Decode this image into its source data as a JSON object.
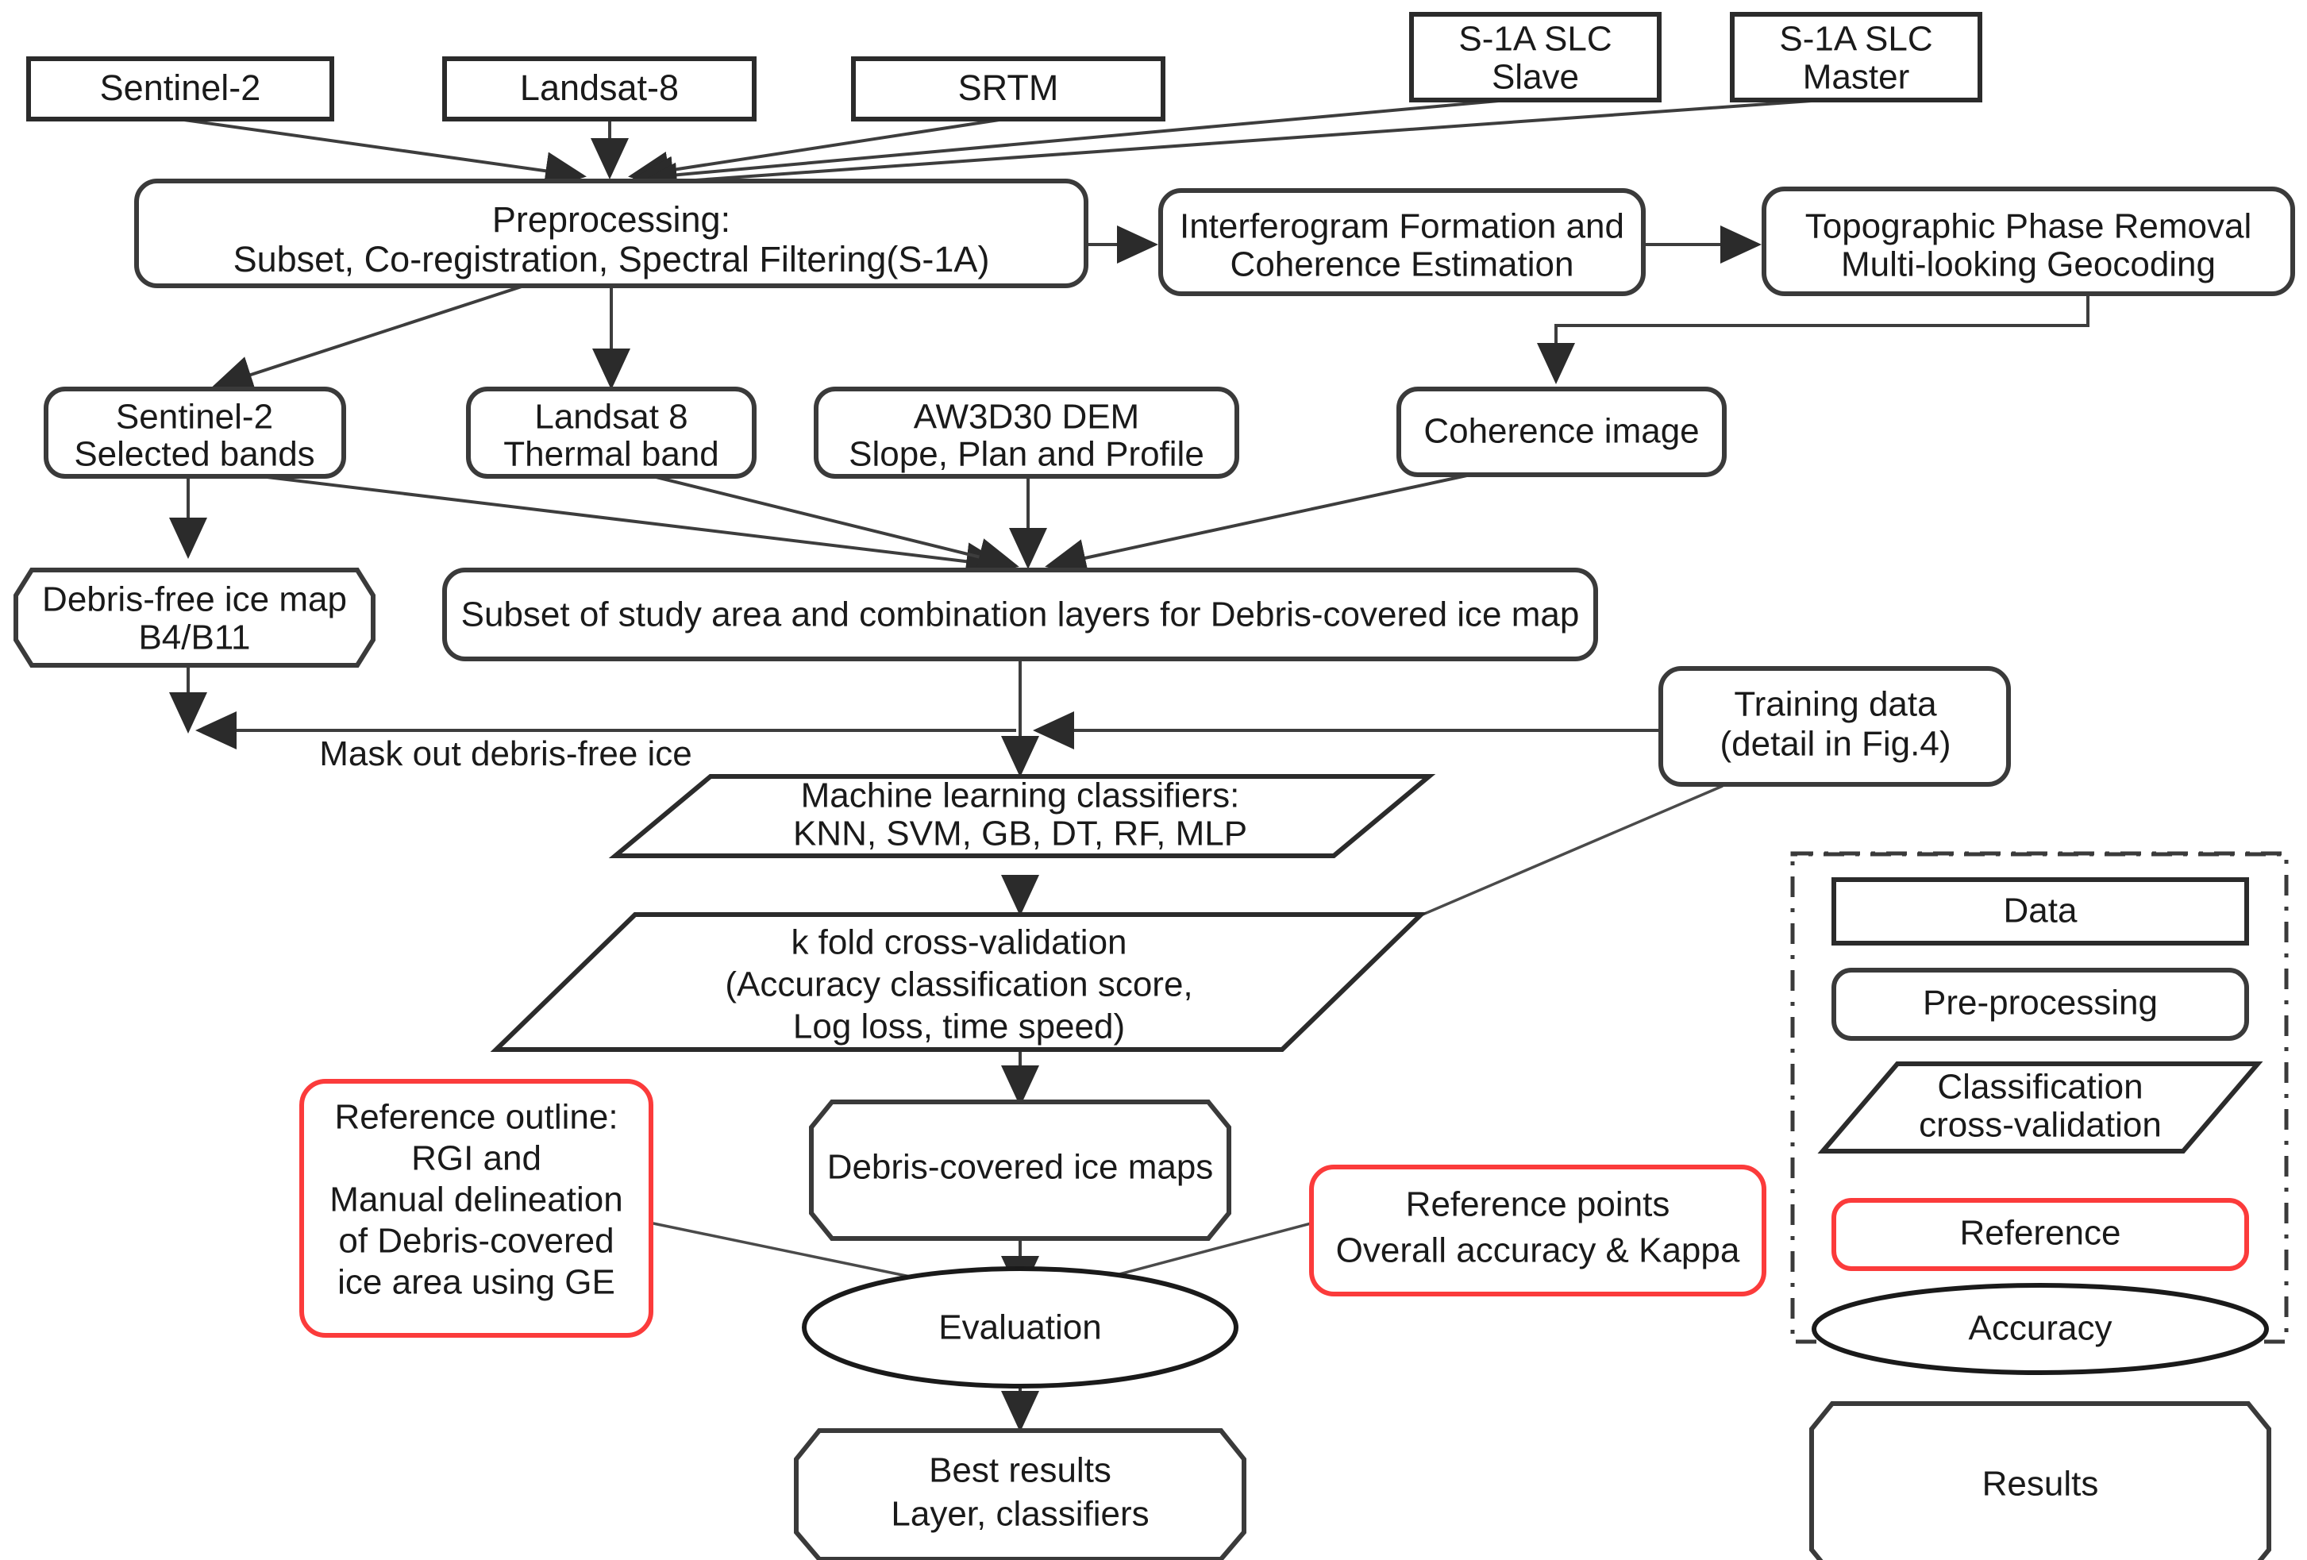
{
  "diagram": {
    "title": "Debris-covered ice mapping workflow",
    "colors": {
      "reference": "#fb3b3b",
      "stroke": "#2b2b2b",
      "background": "#ffffff"
    },
    "nodes": {
      "sentinel2": {
        "label": "Sentinel-2",
        "kind": "data"
      },
      "landsat8": {
        "label": "Landsat-8",
        "kind": "data"
      },
      "srtm": {
        "label": "SRTM",
        "kind": "data"
      },
      "s1a_slave_l1": {
        "label": "S-1A SLC",
        "kind": "data"
      },
      "s1a_slave_l2": {
        "label": "Slave",
        "kind": "data"
      },
      "s1a_master_l1": {
        "label": "S-1A SLC",
        "kind": "data"
      },
      "s1a_master_l2": {
        "label": "Master",
        "kind": "data"
      },
      "preprocessing_l1": {
        "label": "Preprocessing:",
        "kind": "pre-processing"
      },
      "preprocessing_l2": {
        "label": "Subset, Co-registration, Spectral Filtering(S-1A)",
        "kind": "pre-processing"
      },
      "interferogram_l1": {
        "label": "Interferogram Formation and",
        "kind": "pre-processing"
      },
      "interferogram_l2": {
        "label": "Coherence Estimation",
        "kind": "pre-processing"
      },
      "topographic_l1": {
        "label": "Topographic Phase Removal",
        "kind": "pre-processing"
      },
      "topographic_l2": {
        "label": "Multi-looking Geocoding",
        "kind": "pre-processing"
      },
      "sentinel2_bands_l1": {
        "label": "Sentinel-2",
        "kind": "pre-processing"
      },
      "sentinel2_bands_l2": {
        "label": "Selected bands",
        "kind": "pre-processing"
      },
      "landsat8_thermal_l1": {
        "label": "Landsat 8",
        "kind": "pre-processing"
      },
      "landsat8_thermal_l2": {
        "label": "Thermal band",
        "kind": "pre-processing"
      },
      "aw3d30_l1": {
        "label": "AW3D30 DEM",
        "kind": "pre-processing"
      },
      "aw3d30_l2": {
        "label": "Slope, Plan and Profile",
        "kind": "pre-processing"
      },
      "coherence_image": {
        "label": "Coherence image",
        "kind": "pre-processing"
      },
      "debris_free_l1": {
        "label": "Debris-free ice map",
        "kind": "results"
      },
      "debris_free_l2": {
        "label": "B4/B11",
        "kind": "results"
      },
      "subset_combination": {
        "label": "Subset of study area and combination layers for Debris-covered ice map",
        "kind": "pre-processing"
      },
      "mask_out_label": {
        "label": "Mask out debris-free ice",
        "kind": "edge-label"
      },
      "training_data_l1": {
        "label": "Training data",
        "kind": "pre-processing"
      },
      "training_data_l2": {
        "label": "(detail in Fig.4)",
        "kind": "pre-processing"
      },
      "ml_classifiers_l1": {
        "label": "Machine learning classifiers:",
        "kind": "classification"
      },
      "ml_classifiers_l2": {
        "label": "KNN, SVM, GB, DT, RF, MLP",
        "kind": "classification"
      },
      "kfold_l1": {
        "label": "k fold cross-validation",
        "kind": "classification"
      },
      "kfold_l2": {
        "label": "(Accuracy classification score,",
        "kind": "classification"
      },
      "kfold_l3": {
        "label": "Log loss, time speed)",
        "kind": "classification"
      },
      "reference_outline_l1": {
        "label": "Reference outline:",
        "kind": "reference"
      },
      "reference_outline_l2": {
        "label": "RGI and",
        "kind": "reference"
      },
      "reference_outline_l3": {
        "label": "Manual delineation",
        "kind": "reference"
      },
      "reference_outline_l4": {
        "label": "of Debris-covered",
        "kind": "reference"
      },
      "reference_outline_l5": {
        "label": "ice area using GE",
        "kind": "reference"
      },
      "debris_covered_maps": {
        "label": "Debris-covered ice maps",
        "kind": "results"
      },
      "reference_points_l1": {
        "label": "Reference points",
        "kind": "reference"
      },
      "reference_points_l2": {
        "label": "Overall accuracy & Kappa",
        "kind": "reference"
      },
      "evaluation": {
        "label": "Evaluation",
        "kind": "accuracy"
      },
      "best_results_l1": {
        "label": "Best results",
        "kind": "results"
      },
      "best_results_l2": {
        "label": "Layer, classifiers",
        "kind": "results"
      }
    },
    "legend": {
      "items": [
        {
          "label": "Data",
          "shape": "rectangle"
        },
        {
          "label": "Pre-processing",
          "shape": "rounded-rectangle"
        },
        {
          "label": "Classification",
          "shape": "parallelogram"
        },
        {
          "label": "cross-validation",
          "shape": "parallelogram"
        },
        {
          "label": "Reference",
          "shape": "rounded-rectangle-red"
        },
        {
          "label": "Accuracy",
          "shape": "ellipse"
        },
        {
          "label": "Results",
          "shape": "results-shape"
        }
      ]
    }
  }
}
